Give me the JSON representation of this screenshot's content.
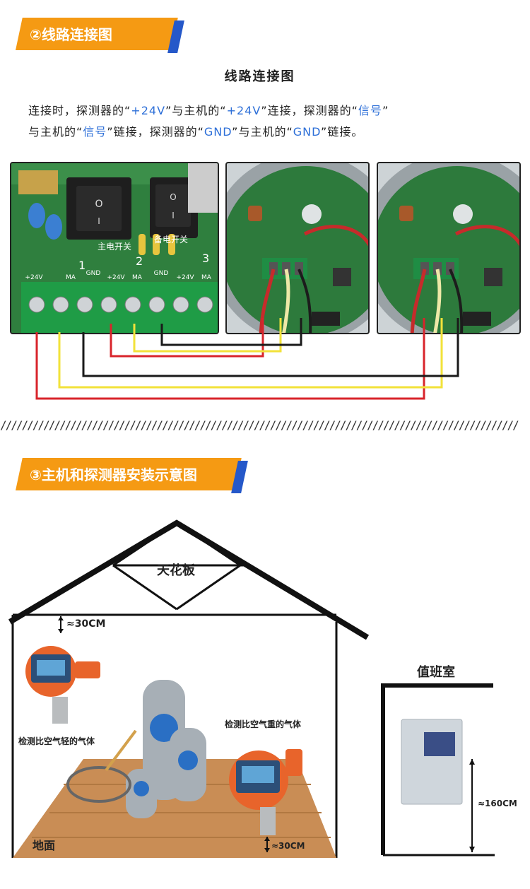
{
  "section2": {
    "banner": "②线路连接图",
    "title": "线路连接图"
  },
  "paragraph": {
    "p1": "连接时，探测器的“",
    "p2": "+24V",
    "p3": "”与主机的“",
    "p4": "+24V",
    "p5": "”连接，探测器的“",
    "p6": "信号",
    "p7": "”",
    "p8": "与主机的“",
    "p9": "信号",
    "p10": "”链接，探测器的“",
    "p11": "GND",
    "p12": "”与主机的“",
    "p13": "GND",
    "p14": "”链接。"
  },
  "board": {
    "main_switch": "主电开关",
    "backup_switch": "备电开关",
    "switch_o": "O",
    "switch_i": "I",
    "ch1": "1",
    "ch2": "2",
    "ch3": "3",
    "pins": [
      "+24V",
      "MA",
      "GND",
      "+24V",
      "MA",
      "GND",
      "+24V",
      "MA"
    ]
  },
  "hatch_text": "////////////////////////////////////////////////////////////////////////////////////////////////",
  "section3": {
    "banner": "③主机和探测器安装示意图"
  },
  "install": {
    "ceiling": "天花板",
    "top_gap": "≈30CM",
    "light_gas": "检测比空气轻的气体",
    "heavy_gas": "检测比空气重的气体",
    "floor": "地面",
    "bottom_gap": "≈30CM",
    "duty_room": "值班室",
    "height": "≈160CM"
  },
  "colors": {
    "accent": "#f59a13",
    "blue": "#2558c9",
    "red": "#d8242b",
    "yellow": "#f2e23a",
    "black": "#1a1a1a"
  }
}
